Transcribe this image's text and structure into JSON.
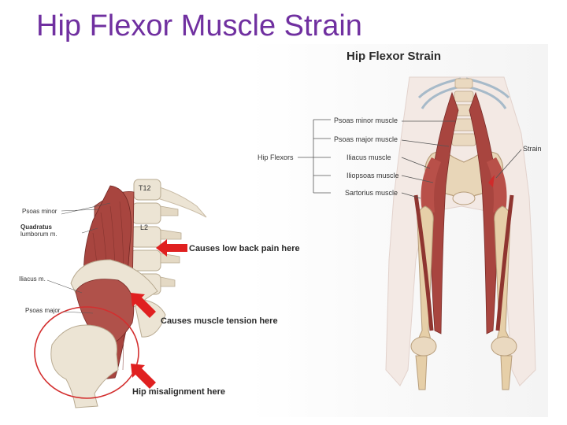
{
  "slide": {
    "title": "Hip Flexor Muscle Strain"
  },
  "right_figure": {
    "title": "Hip Flexor Strain",
    "group_label": "Hip Flexors",
    "muscles": [
      "Psoas minor muscle",
      "Psoas major muscle",
      "Iliacus muscle",
      "Iliopsoas muscle",
      "Sartorius muscle"
    ],
    "strain_label": "Strain"
  },
  "left_figure": {
    "vertebra_labels": [
      "T12",
      "L2"
    ],
    "muscle_labels": {
      "psoas_minor": "Psoas minor",
      "quadratus": "Quadratus",
      "lumborum": "lumborum m.",
      "iliacus": "Iliacus m.",
      "psoas_major": "Psoas major"
    },
    "callouts": [
      "Causes low back pain here",
      "Causes muscle tension here",
      "Hip misalignment here"
    ],
    "colors": {
      "arrow": "#e02020",
      "highlight_circle": "#d32f2f",
      "muscle": "#a8453f",
      "bone": "#ece4d4",
      "title": "#7030a0"
    }
  }
}
